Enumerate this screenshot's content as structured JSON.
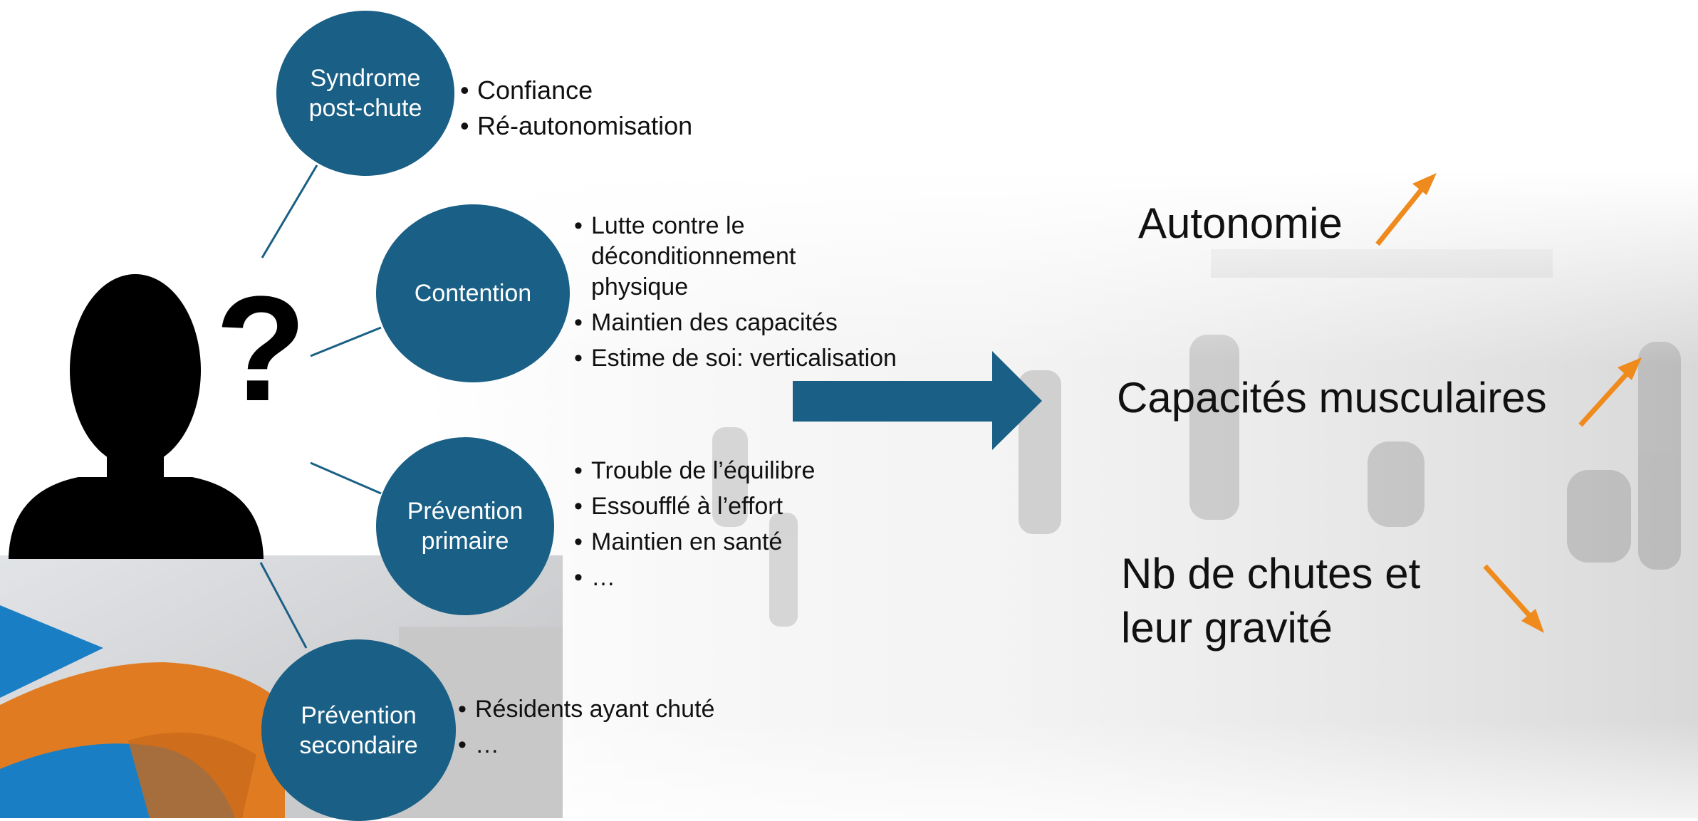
{
  "circles": [
    {
      "line1": "Syndrome",
      "line2": "post-chute"
    },
    {
      "line1": "Contention",
      "line2": ""
    },
    {
      "line1": "Prévention",
      "line2": "primaire"
    },
    {
      "line1": "Prévention",
      "line2": "secondaire"
    }
  ],
  "lists": {
    "syndrome": [
      "Confiance",
      "Ré-autonomisation"
    ],
    "contention": [
      "Lutte contre le déconditionnement physique",
      "Maintien des capacités",
      "Estime de soi: verticalisation"
    ],
    "primaire": [
      "Trouble de l’équilibre",
      "Essoufflé à l’effort",
      "Maintien en santé",
      "…"
    ],
    "secondaire": [
      "Résidents ayant chuté",
      "…"
    ]
  },
  "question_mark": "?",
  "outcomes": [
    {
      "label": "Autonomie",
      "trend": "up",
      "arrow_color": "#ef8a1c"
    },
    {
      "label": "Capacités musculaires",
      "trend": "up",
      "arrow_color": "#ef8a1c"
    },
    {
      "label_line1": "Nb de chutes et",
      "label_line2": "leur gravité",
      "trend": "down",
      "arrow_color": "#ef8a1c"
    }
  ],
  "colors": {
    "circle": "#1a5f85",
    "arrow": "#1a5f85",
    "trend": "#ef8a1c",
    "silhouette": "#000000"
  }
}
